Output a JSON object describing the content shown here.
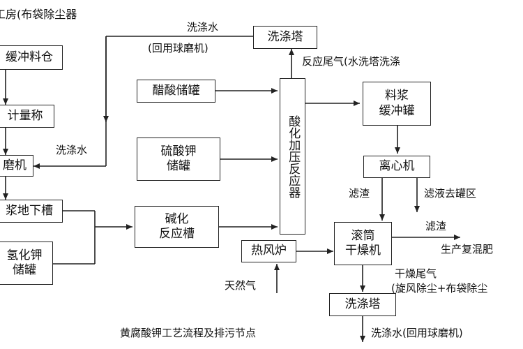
{
  "diagram": {
    "title": "黄腐酸钾工艺流程及排污节点",
    "boxes": {
      "buffer_bin": "缓冲料仓",
      "weigher": "计量称",
      "mill": "磨机",
      "underground_tank": "浆地下槽",
      "koh_tank": "氢化钾\n储罐",
      "acetic_tank": "醋酸储罐",
      "k2so4_tank": "硫酸钾\n储罐",
      "alkali_tank": "碱化\n反应槽",
      "pressure_reactor": "酸化加压反应器",
      "scrubber_top": "洗涤塔",
      "slurry_buffer": "料浆\n缓冲罐",
      "centrifuge": "离心机",
      "hot_air_furnace": "热风炉",
      "drum_dryer": "滚筒\n干燥机",
      "scrubber_bottom": "洗涤塔"
    },
    "labels": {
      "plant": "工房(布袋除尘器",
      "wash_water_top": "洗涤水",
      "reuse_mill_top": "(回用球磨机)",
      "reaction_gas": "反应尾气(水洗塔洗涤",
      "wash_water_left": "洗涤水",
      "filter_residue": "滤渣",
      "filtrate": "滤液去罐区",
      "residue_out": "滤渣",
      "production": "生产复混肥",
      "dry_gas": "干燥尾气",
      "dust_removal": "(旋风除尘+布袋除尘",
      "natural_gas": "天然气",
      "wash_water_bottom": "洗涤水(回用球磨机)"
    }
  }
}
